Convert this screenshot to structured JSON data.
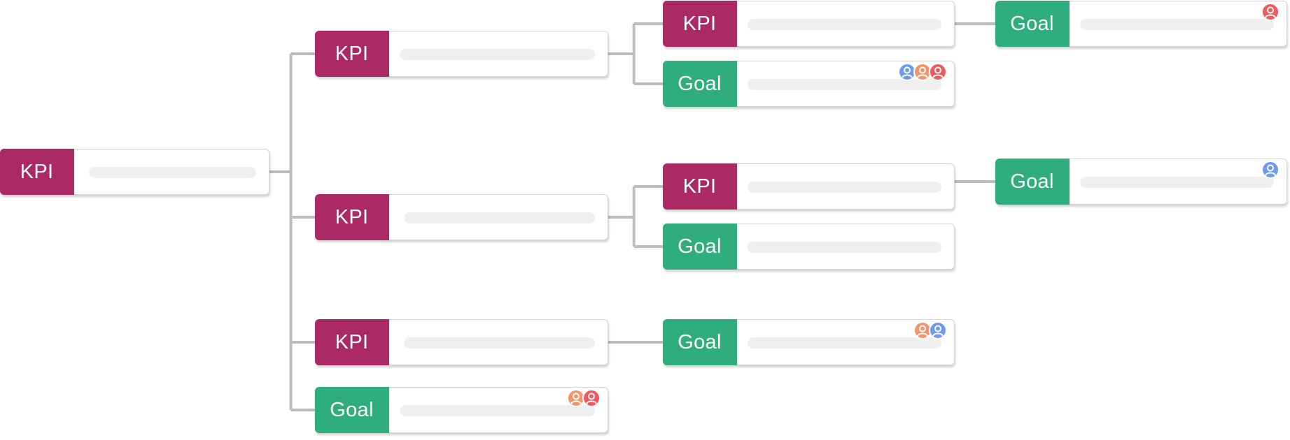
{
  "labels": {
    "kpi": "KPI",
    "goal": "Goal"
  },
  "colors": {
    "kpi": "#ab2a66",
    "goal": "#2fad7c",
    "connector": "#bdbdbd",
    "placeholder_bar": "#efefef",
    "avatar_blue": "#6d9bf0",
    "avatar_orange": "#f3946b",
    "avatar_red": "#ef5a5f"
  },
  "nodes": [
    {
      "id": "root-kpi",
      "type": "kpi",
      "avatars": []
    },
    {
      "id": "kpi-a",
      "type": "kpi",
      "avatars": []
    },
    {
      "id": "kpi-b",
      "type": "kpi",
      "avatars": []
    },
    {
      "id": "kpi-c",
      "type": "kpi",
      "avatars": []
    },
    {
      "id": "goal-d",
      "type": "goal",
      "avatars": [
        "red",
        "orange"
      ]
    },
    {
      "id": "kpi-a1",
      "type": "kpi",
      "avatars": []
    },
    {
      "id": "goal-a2",
      "type": "goal",
      "avatars": [
        "red",
        "orange",
        "blue"
      ]
    },
    {
      "id": "kpi-b1",
      "type": "kpi",
      "avatars": []
    },
    {
      "id": "goal-b2",
      "type": "goal",
      "avatars": []
    },
    {
      "id": "goal-c1",
      "type": "goal",
      "avatars": [
        "blue",
        "orange"
      ]
    },
    {
      "id": "goal-a1x",
      "type": "goal",
      "avatars": [
        "red"
      ]
    },
    {
      "id": "goal-b1x",
      "type": "goal",
      "avatars": [
        "blue"
      ]
    }
  ],
  "edges": [
    [
      "root-kpi",
      "kpi-a"
    ],
    [
      "root-kpi",
      "kpi-b"
    ],
    [
      "root-kpi",
      "kpi-c"
    ],
    [
      "root-kpi",
      "goal-d"
    ],
    [
      "kpi-a",
      "kpi-a1"
    ],
    [
      "kpi-a",
      "goal-a2"
    ],
    [
      "kpi-b",
      "kpi-b1"
    ],
    [
      "kpi-b",
      "goal-b2"
    ],
    [
      "kpi-c",
      "goal-c1"
    ],
    [
      "kpi-a1",
      "goal-a1x"
    ],
    [
      "kpi-b1",
      "goal-b1x"
    ]
  ]
}
